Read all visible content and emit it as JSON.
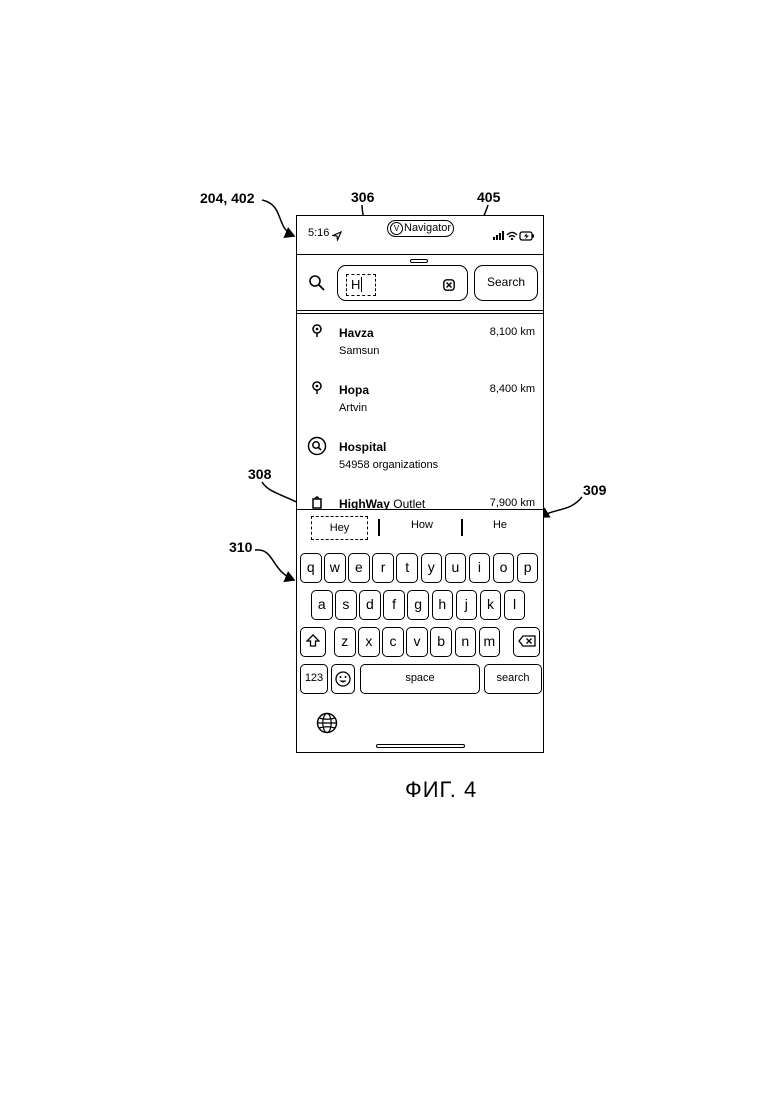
{
  "refs": {
    "device": "204, 402",
    "field": "306",
    "clear": "405",
    "suggest_first": "308",
    "suggest_bar": "309",
    "keyboard": "310"
  },
  "status": {
    "time": "5:16",
    "app_badge_letter": "V",
    "app_name": "Navigator"
  },
  "search": {
    "typed": "H",
    "button_label": "Search"
  },
  "results": [
    {
      "title": "Havza",
      "subtitle": "Samsun",
      "distance": "8,100 km",
      "icon": "pin-icon"
    },
    {
      "title": "Hopa",
      "subtitle": "Artvin",
      "distance": "8,400 km",
      "icon": "pin-icon"
    },
    {
      "title": "Hospital",
      "subtitle": "54958 organizations",
      "distance": "",
      "icon": "search-category-icon"
    },
    {
      "title": "HighWay",
      "title_rest": "Outlet",
      "subtitle": "",
      "distance": "7,900 km",
      "icon": "shop-icon"
    }
  ],
  "suggestions": [
    "Hey",
    "How",
    "He"
  ],
  "keyboard": {
    "row1": [
      "q",
      "w",
      "e",
      "r",
      "t",
      "y",
      "u",
      "i",
      "o",
      "p"
    ],
    "row2": [
      "a",
      "s",
      "d",
      "f",
      "g",
      "h",
      "j",
      "k",
      "l"
    ],
    "row3": [
      "z",
      "x",
      "c",
      "v",
      "b",
      "n",
      "m"
    ],
    "numbers_label": "123",
    "space_label": "space",
    "search_label": "search"
  },
  "figure_caption": "ФИГ. 4"
}
